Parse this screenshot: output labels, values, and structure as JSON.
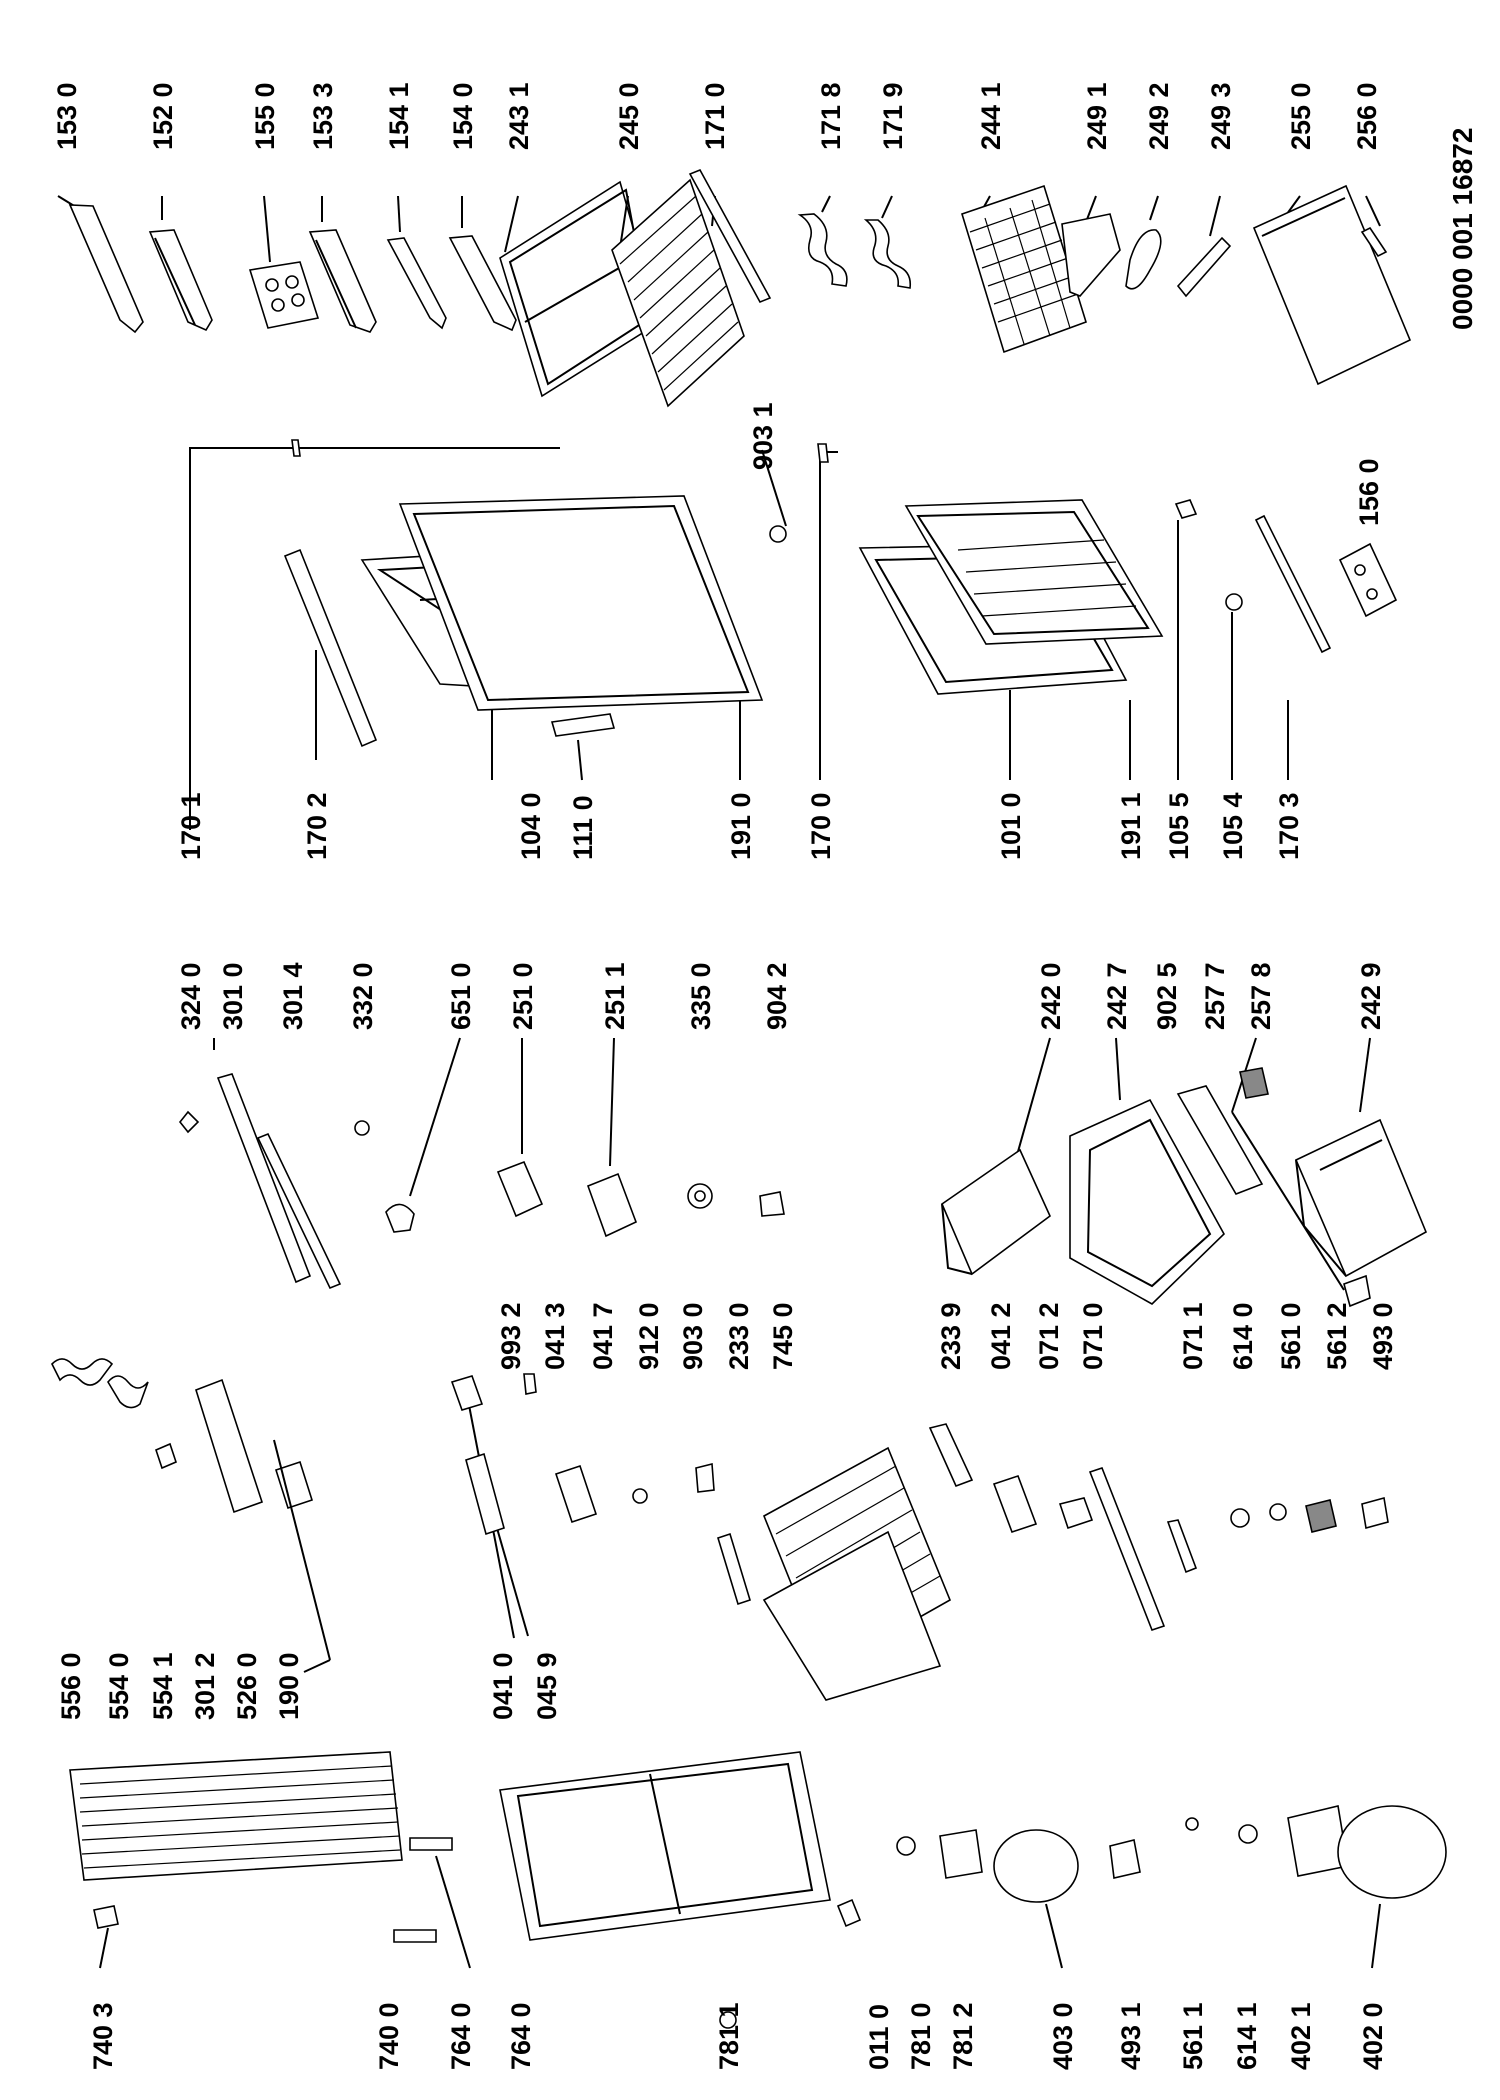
{
  "diagram": {
    "drawing_number": "0000 001 16872",
    "parts": [
      {
        "id": "p1530",
        "label": "153 0"
      },
      {
        "id": "p1520",
        "label": "152 0"
      },
      {
        "id": "p1550",
        "label": "155 0"
      },
      {
        "id": "p1533",
        "label": "153 3"
      },
      {
        "id": "p1541",
        "label": "154 1"
      },
      {
        "id": "p1540",
        "label": "154 0"
      },
      {
        "id": "p2431",
        "label": "243 1"
      },
      {
        "id": "p2450",
        "label": "245 0"
      },
      {
        "id": "p1710",
        "label": "171 0"
      },
      {
        "id": "p1718",
        "label": "171 8"
      },
      {
        "id": "p1719",
        "label": "171 9"
      },
      {
        "id": "p2441",
        "label": "244 1"
      },
      {
        "id": "p2491",
        "label": "249 1"
      },
      {
        "id": "p2492",
        "label": "249 2"
      },
      {
        "id": "p2493",
        "label": "249 3"
      },
      {
        "id": "p2550",
        "label": "255 0"
      },
      {
        "id": "p2560",
        "label": "256 0"
      },
      {
        "id": "p1701",
        "label": "170 1"
      },
      {
        "id": "p1702",
        "label": "170 2"
      },
      {
        "id": "p1040",
        "label": "104 0"
      },
      {
        "id": "p1110",
        "label": "111 0"
      },
      {
        "id": "p1910",
        "label": "191 0"
      },
      {
        "id": "p1700",
        "label": "170 0"
      },
      {
        "id": "p1010",
        "label": "101 0"
      },
      {
        "id": "p1911",
        "label": "191 1"
      },
      {
        "id": "p1055",
        "label": "105 5"
      },
      {
        "id": "p1054",
        "label": "105 4"
      },
      {
        "id": "p1703",
        "label": "170 3"
      },
      {
        "id": "p9031",
        "label": "903 1"
      },
      {
        "id": "p1560",
        "label": "156 0"
      },
      {
        "id": "p3240",
        "label": "324 0"
      },
      {
        "id": "p3010",
        "label": "301 0"
      },
      {
        "id": "p3014",
        "label": "301 4"
      },
      {
        "id": "p3320",
        "label": "332 0"
      },
      {
        "id": "p6510",
        "label": "651 0"
      },
      {
        "id": "p2510",
        "label": "251 0"
      },
      {
        "id": "p2511",
        "label": "251 1"
      },
      {
        "id": "p3350",
        "label": "335 0"
      },
      {
        "id": "p9042",
        "label": "904 2"
      },
      {
        "id": "p2420",
        "label": "242 0"
      },
      {
        "id": "p2427",
        "label": "242 7"
      },
      {
        "id": "p9025",
        "label": "902 5"
      },
      {
        "id": "p2577",
        "label": "257 7"
      },
      {
        "id": "p2578",
        "label": "257 8"
      },
      {
        "id": "p2429",
        "label": "242 9"
      },
      {
        "id": "p5560",
        "label": "556 0"
      },
      {
        "id": "p5540",
        "label": "554 0"
      },
      {
        "id": "p5541",
        "label": "554 1"
      },
      {
        "id": "p3012",
        "label": "301 2"
      },
      {
        "id": "p5260",
        "label": "526 0"
      },
      {
        "id": "p1900",
        "label": "190 0"
      },
      {
        "id": "p0410",
        "label": "041 0"
      },
      {
        "id": "p0459",
        "label": "045 9"
      },
      {
        "id": "p9932",
        "label": "993 2"
      },
      {
        "id": "p0413",
        "label": "041 3"
      },
      {
        "id": "p0417",
        "label": "041 7"
      },
      {
        "id": "p9120",
        "label": "912 0"
      },
      {
        "id": "p9030",
        "label": "903 0"
      },
      {
        "id": "p2330",
        "label": "233 0"
      },
      {
        "id": "p7450",
        "label": "745 0"
      },
      {
        "id": "p2339",
        "label": "233 9"
      },
      {
        "id": "p0412",
        "label": "041 2"
      },
      {
        "id": "p0712",
        "label": "071 2"
      },
      {
        "id": "p0710",
        "label": "071 0"
      },
      {
        "id": "p0711",
        "label": "071 1"
      },
      {
        "id": "p6140",
        "label": "614 0"
      },
      {
        "id": "p5610",
        "label": "561 0"
      },
      {
        "id": "p5612",
        "label": "561 2"
      },
      {
        "id": "p4930",
        "label": "493 0"
      },
      {
        "id": "p7403",
        "label": "740 3"
      },
      {
        "id": "p7400",
        "label": "740 0"
      },
      {
        "id": "p7640a",
        "label": "764 0"
      },
      {
        "id": "p7640b",
        "label": "764 0"
      },
      {
        "id": "p7811",
        "label": "781 1"
      },
      {
        "id": "p0110",
        "label": "011 0"
      },
      {
        "id": "p7810",
        "label": "781 0"
      },
      {
        "id": "p7812",
        "label": "781 2"
      },
      {
        "id": "p4030",
        "label": "403 0"
      },
      {
        "id": "p4931",
        "label": "493 1"
      },
      {
        "id": "p5611",
        "label": "561 1"
      },
      {
        "id": "p6141",
        "label": "614 1"
      },
      {
        "id": "p4021",
        "label": "402 1"
      },
      {
        "id": "p4020",
        "label": "402 0"
      }
    ]
  }
}
